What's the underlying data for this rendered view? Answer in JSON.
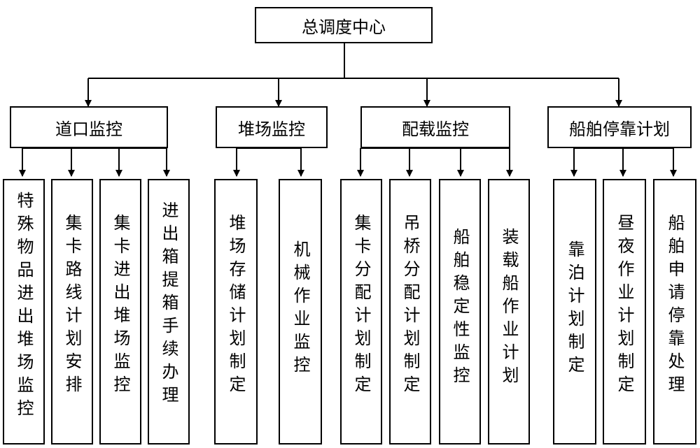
{
  "root": {
    "label": "总调度中心"
  },
  "departments": [
    {
      "label": "道口监控",
      "tasks": [
        "特殊物品进出堆场监控",
        "集卡路线计划安排",
        "集卡进出堆场监控",
        "进出箱提箱手续办理"
      ]
    },
    {
      "label": "堆场监控",
      "tasks": [
        "堆场存储计划制定",
        "机械作业监控"
      ]
    },
    {
      "label": "配载监控",
      "tasks": [
        "集卡分配计划制定",
        "吊桥分配计划制定",
        "船舶稳定性监控",
        "装载船作业计划"
      ]
    },
    {
      "label": "船舶停靠计划",
      "tasks": [
        "靠泊计划制定",
        "昼夜作业计划制定",
        "船舶申请停靠处理"
      ]
    }
  ]
}
